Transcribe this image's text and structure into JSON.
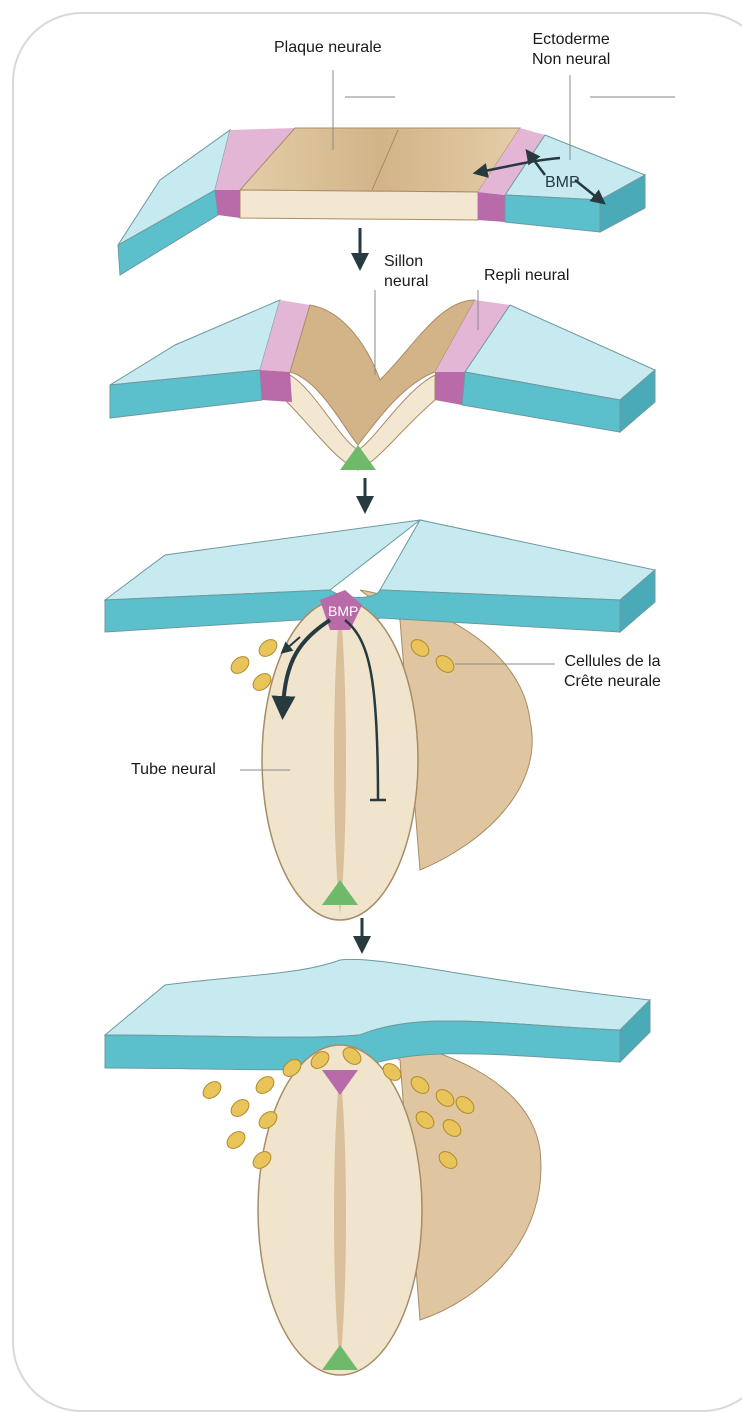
{
  "labels": {
    "plaque": "Plaque neurale",
    "ecto_line1": "Ectoderme",
    "ecto_line2": "Non neural",
    "sillon_line1": "Sillon",
    "sillon_line2": "neural",
    "repli": "Repli neural",
    "cellules_line1": "Cellules de la",
    "cellules_line2": "Crête neurale",
    "tube": "Tube neural",
    "bmp1": "BMP",
    "bmp2": "BMP"
  },
  "colors": {
    "ectoderm": "#5bbfcc",
    "ectoderm_top": "#c7e9f0",
    "neural_plate": "#d9c09a",
    "pink_border": "#e3b6d6",
    "purple_roof": "#b96aa8",
    "floor_plate": "#6fba6a",
    "crest_cell": "#e8c45a",
    "tube": "#f1e4cc",
    "arrow": "#263a40"
  }
}
